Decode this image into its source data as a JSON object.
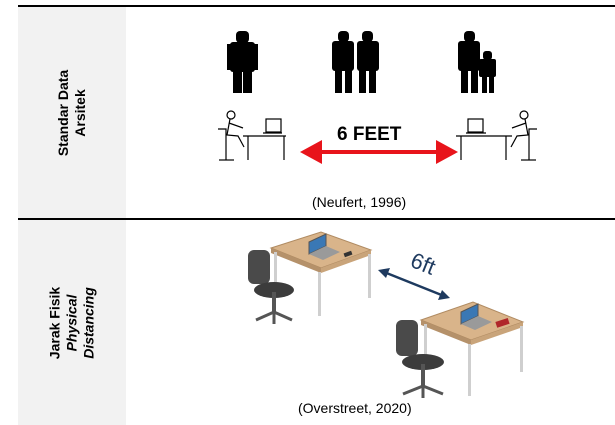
{
  "table": {
    "rows": [
      {
        "label_lines": [
          "Standar Data",
          "Arsitek"
        ],
        "figure_text": "6  FEET",
        "caption": "(Neufert, 1996)"
      },
      {
        "label_line_1": "Jarak Fisik",
        "label_line_2": "Physical",
        "label_line_3": "Distancing",
        "figure_text": "6ft",
        "caption": "(Overstreet, 2020)"
      }
    ]
  },
  "colors": {
    "label_background": "#f2f2f2",
    "arrow": "#e8141b",
    "desk_top": "#d9b48a",
    "chair": "#4a4a4a"
  }
}
